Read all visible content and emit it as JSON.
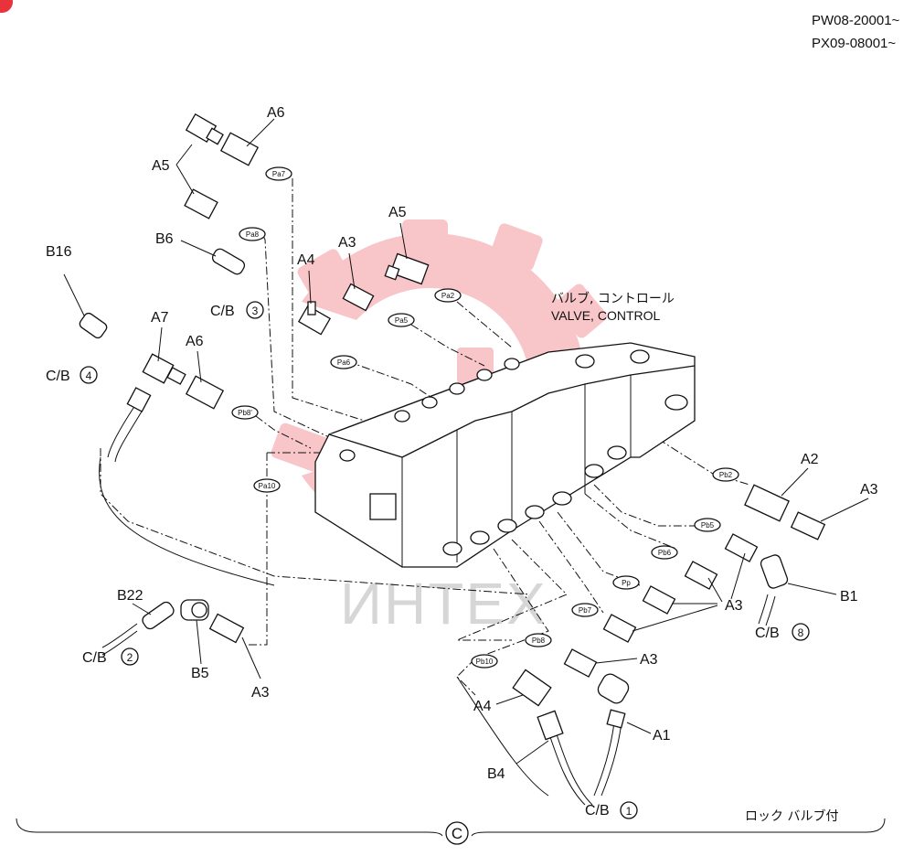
{
  "header": {
    "serial_1": "PW08-20001~",
    "serial_2": "PX09-08001~"
  },
  "title": {
    "jp": "バルブ, コントロール",
    "en": "VALVE, CONTROL"
  },
  "footer": {
    "section_symbol": "C",
    "note": "ロック バルブ付"
  },
  "watermark": "ИНТЕХ",
  "callouts": {
    "a6_top": "A6",
    "a5_top": "A5",
    "b6": "B6",
    "b16": "B16",
    "a7": "A7",
    "a6_mid": "A6",
    "a4_top": "A4",
    "a3_top": "A3",
    "a5_mid": "A5",
    "a2": "A2",
    "a3_right": "A3",
    "a3_center": "A3",
    "b1": "B1",
    "a3_lower": "A3",
    "a1": "A1",
    "a4_bottom": "A4",
    "b4": "B4",
    "b22": "B22",
    "b5": "B5",
    "a3_left": "A3"
  },
  "cb_labels": {
    "cb3": {
      "text": "C/B",
      "num": "3"
    },
    "cb4": {
      "text": "C/B",
      "num": "4"
    },
    "cb2": {
      "text": "C/B",
      "num": "2"
    },
    "cb8": {
      "text": "C/B",
      "num": "8"
    },
    "cb1": {
      "text": "C/B",
      "num": "1"
    }
  },
  "ports": {
    "pa7": "Pa7",
    "pa8": "Pa8",
    "pa2": "Pa2",
    "pa5": "Pa5",
    "pa6": "Pa6",
    "pb8p": "Pb8'",
    "pa10": "Pa10",
    "pb2": "Pb2",
    "pb5": "Pb5",
    "pb6": "Pb6",
    "pp": "Pp",
    "pb7": "Pb7",
    "pb8": "Pb8",
    "pb10": "Pb10"
  },
  "accent_colors": {
    "logo_red": "#e8323c",
    "line": "#111111"
  }
}
